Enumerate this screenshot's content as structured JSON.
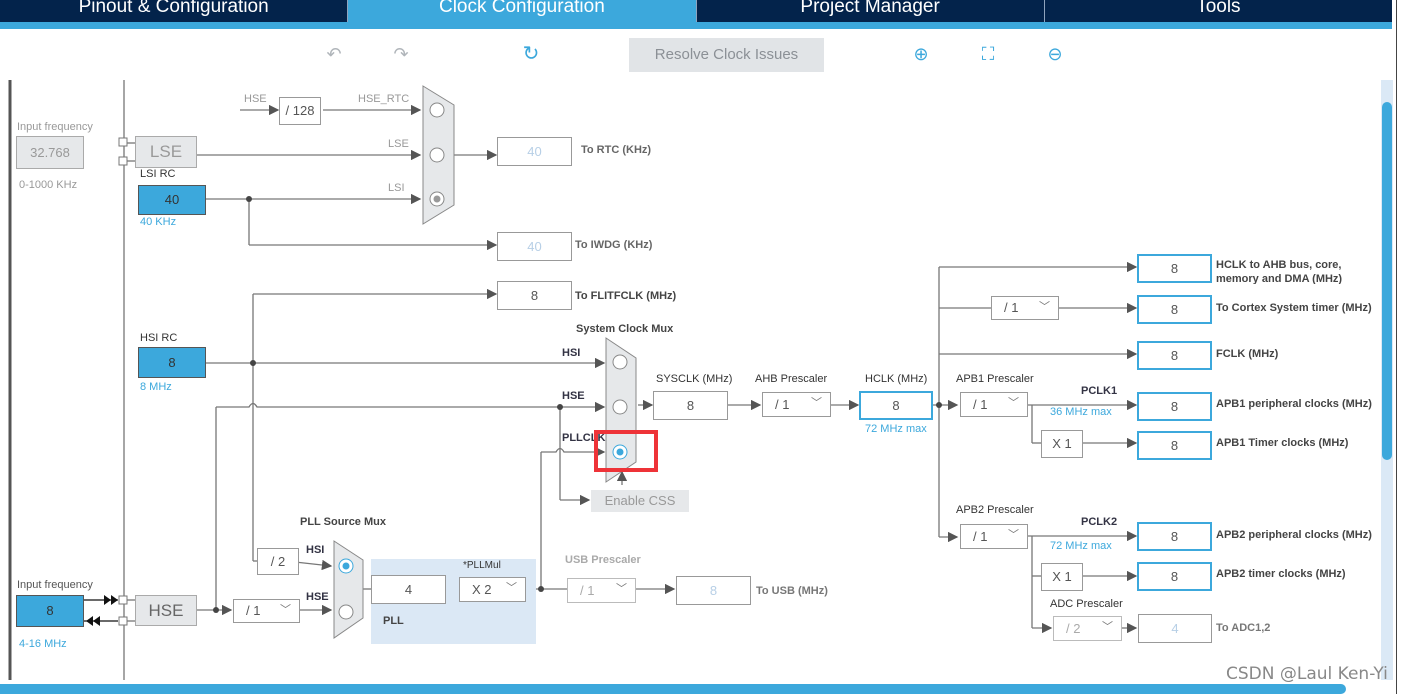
{
  "tabs": [
    {
      "label": "Pinout & Configuration",
      "active": false
    },
    {
      "label": "Clock Configuration",
      "active": true
    },
    {
      "label": "Project Manager",
      "active": false
    },
    {
      "label": "Tools",
      "active": false
    }
  ],
  "toolbar": {
    "undo_icon": "↶",
    "redo_icon": "↷",
    "reset_icon": "↻",
    "resolve_label": "Resolve Clock Issues",
    "zoom_in_icon": "⊕",
    "fit_icon": "⛶",
    "zoom_out_icon": "⊖"
  },
  "lse_input": {
    "title": "Input frequency",
    "value": "32.768",
    "range": "0-1000 KHz"
  },
  "lse": {
    "label": "LSE"
  },
  "lsi_rc": {
    "title": "LSI RC",
    "value": "40",
    "freq": "40 KHz"
  },
  "rtc_mux": {
    "hse_label": "HSE",
    "div": "/ 128",
    "hse_rtc_label": "HSE_RTC",
    "lse_label": "LSE",
    "lsi_label": "LSI",
    "selected": "LSI"
  },
  "to_rtc": {
    "value": "40",
    "label": "To RTC (KHz)"
  },
  "to_iwdg": {
    "value": "40",
    "label": "To IWDG (KHz)"
  },
  "to_flitfclk": {
    "value": "8",
    "label": "To FLITFCLK (MHz)"
  },
  "hsi_rc": {
    "title": "HSI RC",
    "value": "8",
    "freq": "8 MHz"
  },
  "sys_mux": {
    "title": "System Clock Mux",
    "hsi_label": "HSI",
    "hse_label": "HSE",
    "pllclk_label": "PLLCLK",
    "selected": "PLLCLK"
  },
  "sysclk": {
    "title": "SYSCLK (MHz)",
    "value": "8"
  },
  "ahb": {
    "title": "AHB Prescaler",
    "value": "/ 1"
  },
  "hclk": {
    "title": "HCLK (MHz)",
    "value": "8",
    "max": "72 MHz max"
  },
  "enable_css": "Enable CSS",
  "outputs": {
    "hclk_ahb": {
      "value": "8",
      "label": "HCLK to AHB bus, core, memory and DMA (MHz)"
    },
    "cortex_div": "/ 1",
    "cortex": {
      "value": "8",
      "label": "To Cortex System timer (MHz)"
    },
    "fclk": {
      "value": "8",
      "label": "FCLK (MHz)"
    }
  },
  "apb1": {
    "title": "APB1 Prescaler",
    "value": "/ 1",
    "pclk": "PCLK1",
    "max": "36 MHz max",
    "periph": {
      "value": "8",
      "label": "APB1 peripheral clocks (MHz)"
    },
    "timer_mul": "X 1",
    "timer": {
      "value": "8",
      "label": "APB1 Timer clocks (MHz)"
    }
  },
  "apb2": {
    "title": "APB2 Prescaler",
    "value": "/ 1",
    "pclk": "PCLK2",
    "max": "72 MHz max",
    "periph": {
      "value": "8",
      "label": "APB2 peripheral clocks (MHz)"
    },
    "timer_mul": "X 1",
    "timer": {
      "value": "8",
      "label": "APB2 timer clocks (MHz)"
    }
  },
  "adc": {
    "title": "ADC Prescaler",
    "value": "/ 2",
    "out": "4",
    "label": "To ADC1,2"
  },
  "pll_src_mux": {
    "title": "PLL Source Mux",
    "hsi_div": "/ 2",
    "hsi_label": "HSI",
    "hse_label": "HSE",
    "selected": "HSI"
  },
  "hse_input": {
    "title": "Input frequency",
    "value": "8",
    "range": "4-16 MHz"
  },
  "hse": {
    "label": "HSE",
    "prediv": "/ 1"
  },
  "pll": {
    "label": "PLL",
    "value": "4",
    "mul_title": "*PLLMul",
    "mul": "X 2"
  },
  "usb": {
    "title": "USB Prescaler",
    "value": "/ 1",
    "out": "8",
    "label": "To USB (MHz)"
  },
  "watermark": "CSDN @Laul Ken-Yi"
}
